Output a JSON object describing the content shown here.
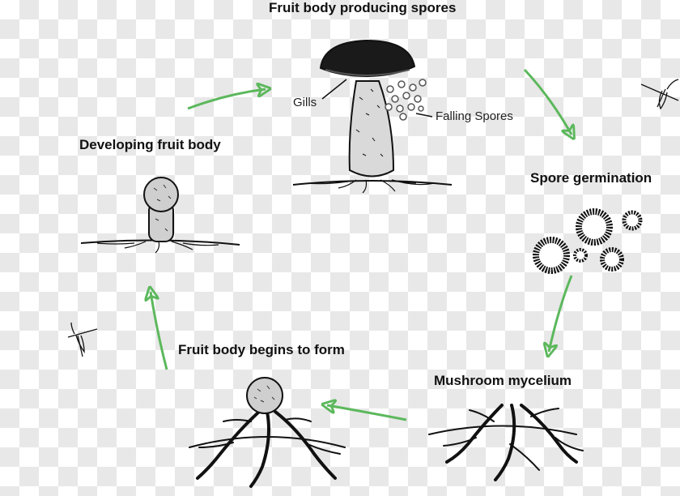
{
  "stages": {
    "fruit_body_producing_spores": "Fruit body producing spores",
    "spore_germination": "Spore germination",
    "mushroom_mycelium": "Mushroom mycelium",
    "fruit_body_begins_to_form": "Fruit body begins to form",
    "developing_fruit_body": "Developing fruit body"
  },
  "callouts": {
    "gills": "Gills",
    "falling_spores": "Falling Spores"
  },
  "colors": {
    "arrow": "#5cb85c",
    "ink": "#111111",
    "background_checker": "#e8e8e8"
  }
}
